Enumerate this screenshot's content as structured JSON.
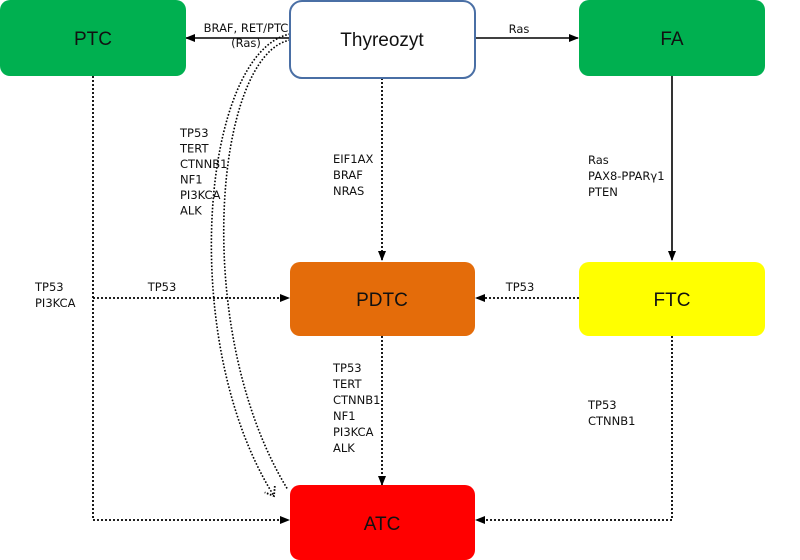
{
  "nodes": {
    "ptc": {
      "label": "PTC",
      "color": "#00b050"
    },
    "thy": {
      "label": "Thyreozyt",
      "color": "#ffffff",
      "stroke": "#4a6fa5"
    },
    "fa": {
      "label": "FA",
      "color": "#00b050"
    },
    "pdtc": {
      "label": "PDTC",
      "color": "#e46c0a"
    },
    "ftc": {
      "label": "FTC",
      "color": "#ffff00"
    },
    "atc": {
      "label": "ATC",
      "color": "#ff0000"
    }
  },
  "edges": {
    "thy_ptc": {
      "lines": [
        "BRAF, RET/PTC",
        "(Ras)"
      ]
    },
    "thy_fa": {
      "lines": [
        "Ras"
      ]
    },
    "thy_atc": {
      "lines": [
        "TP53",
        "TERT",
        "CTNNB1",
        "NF1",
        "PI3KCA",
        "ALK"
      ]
    },
    "thy_pdtc": {
      "lines": [
        "EIF1AX",
        "BRAF",
        "NRAS"
      ]
    },
    "fa_ftc": {
      "lines": [
        "Ras",
        "PAX8-PPARγ1",
        "PTEN"
      ]
    },
    "ptc_atc": {
      "lines": [
        "TP53",
        "PI3KCA"
      ]
    },
    "ptc_pdtc": {
      "lines": [
        "TP53"
      ]
    },
    "ftc_pdtc": {
      "lines": [
        "TP53"
      ]
    },
    "pdtc_atc": {
      "lines": [
        "TP53",
        "TERT",
        "CTNNB1",
        "NF1",
        "PI3KCA",
        "ALK"
      ]
    },
    "ftc_atc": {
      "lines": [
        "TP53",
        "CTNNB1"
      ]
    }
  }
}
